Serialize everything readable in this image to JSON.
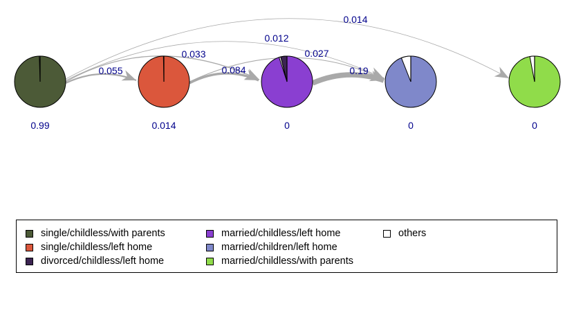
{
  "diagram": {
    "states": [
      {
        "id": "s1",
        "color": "#4c5a37",
        "value": "0.99",
        "slices": [
          {
            "fraction": 0.005,
            "color": "#ffffff"
          }
        ]
      },
      {
        "id": "s2",
        "color": "#db573c",
        "value": "0.014",
        "slices": [
          {
            "fraction": 0.003,
            "color": "#ffffff"
          }
        ]
      },
      {
        "id": "s3",
        "color": "#8a3fd1",
        "value": "0",
        "slices": [
          {
            "fraction": 0.04,
            "color": "#3c2452"
          },
          {
            "fraction": 0.01,
            "color": "#ffffff"
          }
        ]
      },
      {
        "id": "s4",
        "color": "#7f88ca",
        "value": "0",
        "slices": [
          {
            "fraction": 0.06,
            "color": "#ffffff"
          }
        ]
      },
      {
        "id": "s5",
        "color": "#90dc4a",
        "value": "0",
        "slices": [
          {
            "fraction": 0.03,
            "color": "#ffffff"
          }
        ]
      }
    ],
    "transitions": [
      {
        "from": 0,
        "to": 1,
        "label": "0.055",
        "weight": 0.055
      },
      {
        "from": 1,
        "to": 2,
        "label": "0.084",
        "weight": 0.084
      },
      {
        "from": 2,
        "to": 3,
        "label": "0.19",
        "weight": 0.19
      },
      {
        "from": 0,
        "to": 2,
        "label": "0.033",
        "weight": 0.033
      },
      {
        "from": 1,
        "to": 3,
        "label": "0.027",
        "weight": 0.027
      },
      {
        "from": 0,
        "to": 3,
        "label": "0.012",
        "weight": 0.012
      },
      {
        "from": 0,
        "to": 4,
        "label": "0.014",
        "weight": 0.014
      }
    ]
  },
  "legend": {
    "columns": [
      [
        {
          "label": "single/childless/with parents",
          "color": "#4c5a37"
        },
        {
          "label": "single/childless/left home",
          "color": "#db573c"
        },
        {
          "label": "divorced/childless/left home",
          "color": "#3c2452"
        }
      ],
      [
        {
          "label": "married/childless/left home",
          "color": "#8a3fd1"
        },
        {
          "label": "married/children/left home",
          "color": "#7f88ca"
        },
        {
          "label": "married/childless/with parents",
          "color": "#90dc4a"
        }
      ],
      [
        {
          "label": "others",
          "color": "#ffffff"
        }
      ]
    ]
  }
}
